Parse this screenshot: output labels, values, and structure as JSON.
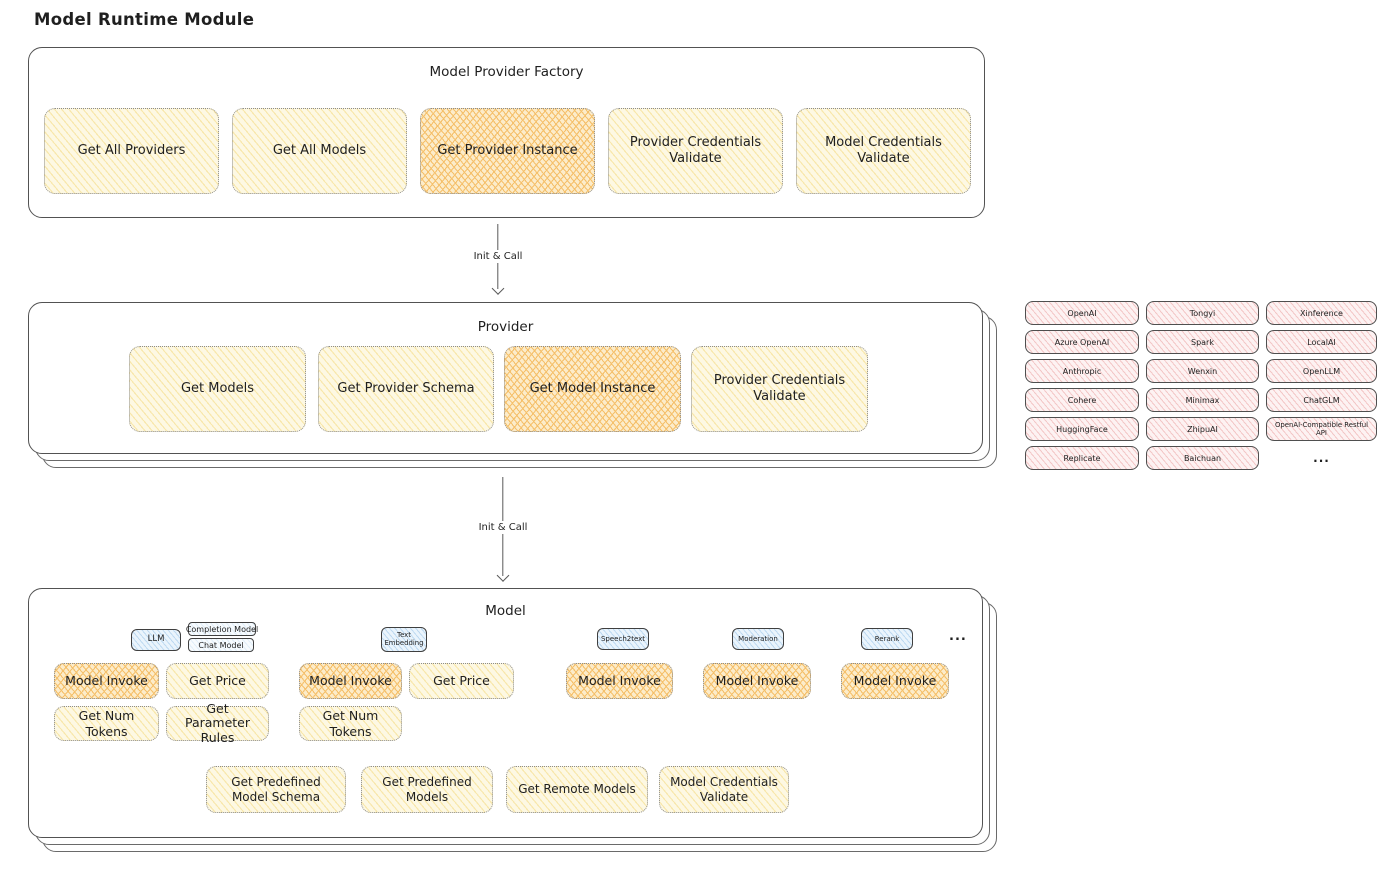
{
  "page": {
    "title": "Model Runtime Module"
  },
  "colors": {
    "yellow_base": "#fdf8e3",
    "yellow_stripe": "#f8e7ab",
    "orange_base": "#fcecca",
    "orange_stripe": "#f5c06b",
    "pink_base": "#fdf2f2",
    "pink_stripe": "#f3c6c6",
    "blue_base": "#eaf4fc",
    "blue_stripe": "#bdd9f1",
    "ink": "#1f1f1f",
    "line": "#5a5a5a"
  },
  "arrows": {
    "init_call": "Init & Call"
  },
  "factory": {
    "title": "Model Provider Factory",
    "items": [
      {
        "label": "Get All Providers",
        "highlighted": false
      },
      {
        "label": "Get All Models",
        "highlighted": false
      },
      {
        "label": "Get Provider Instance",
        "highlighted": true
      },
      {
        "label": "Provider Credentials Validate",
        "highlighted": false
      },
      {
        "label": "Model Credentials Validate",
        "highlighted": false
      }
    ]
  },
  "provider": {
    "title": "Provider",
    "items": [
      {
        "label": "Get Models",
        "highlighted": false
      },
      {
        "label": "Get Provider Schema",
        "highlighted": false
      },
      {
        "label": "Get Model Instance",
        "highlighted": true
      },
      {
        "label": "Provider Credentials Validate",
        "highlighted": false
      }
    ],
    "vendors": [
      "OpenAI",
      "Tongyi",
      "Xinference",
      "Azure OpenAI",
      "Spark",
      "LocalAI",
      "Anthropic",
      "Wenxin",
      "OpenLLM",
      "Cohere",
      "Minimax",
      "ChatGLM",
      "HuggingFace",
      "ZhipuAI",
      "OpenAI-Compatible Restful API",
      "Replicate",
      "Baichuan"
    ],
    "vendors_more": "..."
  },
  "model": {
    "title": "Model",
    "types": {
      "llm": "LLM",
      "completion_model": "Completion Model",
      "chat_model": "Chat Model",
      "text_embedding": "Text Embedding",
      "speech2text": "Speech2text",
      "moderation": "Moderation",
      "rerank": "Rerank",
      "more": "..."
    },
    "ops": {
      "model_invoke": "Model Invoke",
      "get_price": "Get Price",
      "get_num_tokens": "Get Num Tokens",
      "get_parameter_rules": "Get Parameter Rules"
    },
    "shared_ops": [
      "Get Predefined Model Schema",
      "Get Predefined Models",
      "Get Remote Models",
      "Model Credentials Validate"
    ]
  }
}
